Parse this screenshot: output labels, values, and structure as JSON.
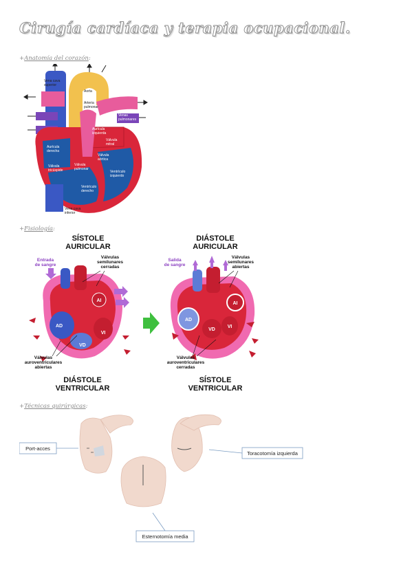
{
  "page_title": "Cirugía cardíaca y terapia ocupacional.",
  "sections": [
    {
      "prefix": "+",
      "label": "Anatomía del corazón",
      "suffix": ":"
    },
    {
      "prefix": "+",
      "label": "Fisiología",
      "suffix": ":"
    },
    {
      "prefix": "+",
      "label": "Técnicas quirúrgicas",
      "suffix": ":"
    }
  ],
  "anatomy": {
    "labels": {
      "vena_cava_superior": [
        "Vena cava",
        "superior"
      ],
      "aorta": "Aorta",
      "arteria_pulmonar": [
        "Arteria",
        "pulmonar"
      ],
      "venas_pulmonares": [
        "Venas",
        "pulmonares"
      ],
      "auricula_izquierda": [
        "Aurícula",
        "izquierda"
      ],
      "auricula_derecha": [
        "Aurícula",
        "derecha"
      ],
      "valvula_mitral": [
        "Válvula",
        "mitral"
      ],
      "valvula_aortica": [
        "Válvula",
        "aórtica"
      ],
      "valvula_tricuspide": [
        "Válvula",
        "tricúspide"
      ],
      "valvula_pulmonar": [
        "Válvula",
        "pulmonar"
      ],
      "ventriculo_izquierdo": [
        "Ventrículo",
        "izquierdo"
      ],
      "ventriculo_derecho": [
        "Ventrículo",
        "derecho"
      ],
      "vena_cava_inferior": [
        "Vena cava",
        "inferior"
      ]
    }
  },
  "physiology": {
    "left_top_title": [
      "SÍSTOLE",
      "AURICULAR"
    ],
    "left_bottom_title": [
      "DIÁSTOLE",
      "VENTRICULAR"
    ],
    "right_top_title": [
      "DIÁSTOLE",
      "AURICULAR"
    ],
    "right_bottom_title": [
      "SÍSTOLE",
      "VENTRICULAR"
    ],
    "entrada": [
      "Entrada",
      "de sangre"
    ],
    "salida": [
      "Salida",
      "de sangre"
    ],
    "semilunares_cerradas": [
      "Válvulas",
      "semilunares",
      "cerradas"
    ],
    "semilunares_abiertas": [
      "Válvulas",
      "semilunares",
      "abiertas"
    ],
    "auroventriculares_abiertas": [
      "Válvulas",
      "auroventriculares",
      "abiertas"
    ],
    "auroventriculares_cerradas": [
      "Válvulas",
      "auroventriculares",
      "cerradas"
    ],
    "chambers": {
      "ai": "AI",
      "ad": "AD",
      "vi": "VI",
      "vd": "VD"
    }
  },
  "surgery": {
    "port_acces": "Port-acces",
    "toracotomia": "Toracotomía izquierda",
    "esternotomia": "Esternotomía media"
  },
  "colors": {
    "title_outline": "#8a8a8a",
    "label_gray": "#888888",
    "arterial_red": "#d9263a",
    "venous_blue": "#3a58c4",
    "aorta_yellow": "#f2c14e",
    "pink_vessel": "#e85c9c",
    "chamber_blue": "#1f5aa6",
    "purple_arrow": "#b06ad6",
    "green_arrow": "#3fbf3f",
    "skin": "#f1d9cd"
  }
}
